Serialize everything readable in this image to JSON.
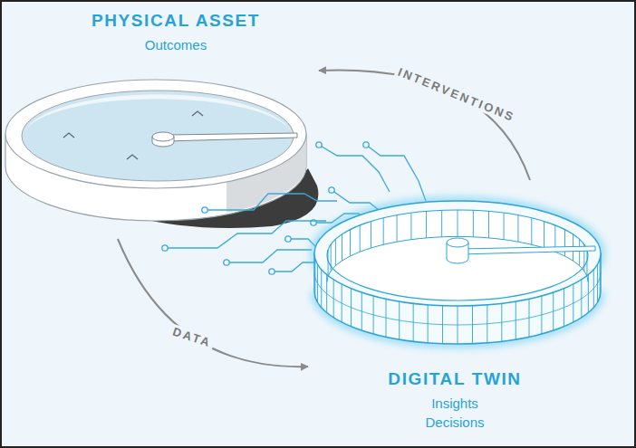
{
  "diagram": {
    "nodes": [
      {
        "text": [
          "PHYSICAL ASSET",
          "Outcomes"
        ]
      },
      {
        "text": [
          "DIGITAL TWIN",
          "Insights",
          "Decisions"
        ]
      }
    ],
    "edges": [
      {
        "from": 0,
        "to": 1,
        "label": "DATA",
        "arrow": "to"
      },
      {
        "from": 1,
        "to": 0,
        "label": "INTERVENTIONS",
        "arrow": "to"
      }
    ]
  }
}
